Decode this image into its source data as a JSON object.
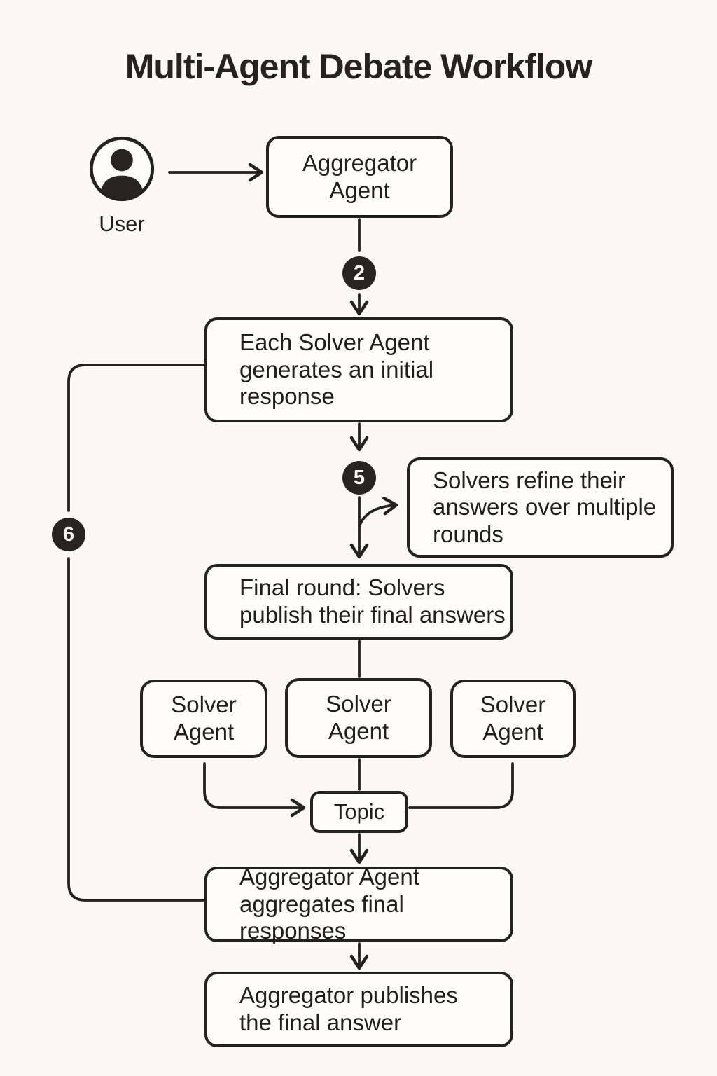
{
  "title": "Multi-Agent Debate Workflow",
  "user": {
    "label": "User"
  },
  "badges": {
    "step2": "2",
    "step5": "5",
    "step6": "6"
  },
  "nodes": {
    "aggregator": {
      "label": "Aggregator Agent"
    },
    "initial_response": {
      "label": "Each Solver Agent generates an initial response"
    },
    "refine": {
      "label": "Solvers refine their answers over multiple rounds"
    },
    "final_round": {
      "label": "Final round: Solvers publish their final answers"
    },
    "solver_left": {
      "label": "Solver Agent"
    },
    "solver_middle": {
      "label": "Solver Agent"
    },
    "solver_right": {
      "label": "Solver Agent"
    },
    "topic": {
      "label": "Topic"
    },
    "aggregate_responses": {
      "label": "Aggregator Agent aggregates final responses"
    },
    "publish_final": {
      "label": "Aggregator publishes the final answer"
    }
  },
  "edges": [
    {
      "from": "user",
      "to": "aggregator",
      "arrow": true
    },
    {
      "from": "aggregator",
      "to": "initial_response",
      "badge": "2",
      "arrow": true
    },
    {
      "from": "initial_response",
      "to": "final_round",
      "badge": "5",
      "arrow": true
    },
    {
      "from": "initial_response",
      "to": "refine",
      "arrow": true
    },
    {
      "from": "final_round",
      "to": "solver_middle",
      "arrow": false
    },
    {
      "from": "solver_left",
      "to": "topic",
      "arrow": true
    },
    {
      "from": "solver_middle",
      "to": "topic",
      "arrow": false
    },
    {
      "from": "solver_right",
      "to": "topic",
      "arrow": false
    },
    {
      "from": "topic",
      "to": "aggregate_responses",
      "arrow": true
    },
    {
      "from": "initial_response",
      "to": "aggregate_responses",
      "badge": "6",
      "arrow": false
    },
    {
      "from": "aggregate_responses",
      "to": "publish_final",
      "arrow": true
    }
  ],
  "colors": {
    "background": "#faf9f6",
    "line": "#232220",
    "box_fill": "#fefdfb",
    "badge_fill": "#262523",
    "text": "#201f1d"
  }
}
